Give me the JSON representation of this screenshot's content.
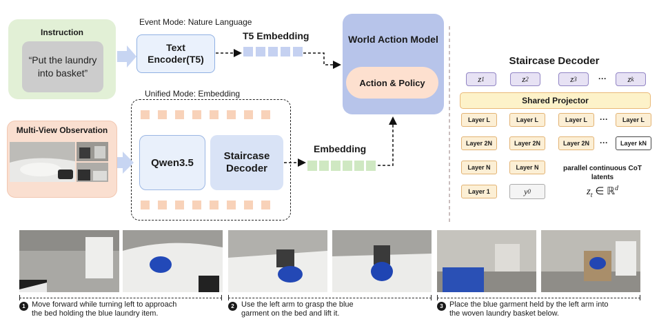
{
  "instruction": {
    "title": "Instruction",
    "text": "“Put the laundry into basket”"
  },
  "multiview": {
    "title": "Multi-View Observation"
  },
  "event_mode": {
    "label": "Event Mode: Nature Language",
    "encoder": "Text Encoder(T5)",
    "embedding_label": "T5 Embedding"
  },
  "unified_mode": {
    "label": "Unified Mode: Embedding",
    "qwen": "Qwen3.5",
    "staircase": "Staircase Decoder",
    "embedding_label": "Embedding"
  },
  "world_model": {
    "title": "World Action Model",
    "action": "Action & Policy"
  },
  "staircase_panel": {
    "title": "Staircase Decoder",
    "latents": [
      "z",
      "z",
      "z",
      "z"
    ],
    "latent_subs": [
      "1",
      "2",
      "3",
      "k"
    ],
    "ellipsis": "···",
    "projector": "Shared Projector",
    "row1": [
      "Layer L",
      "Layer L",
      "Layer L",
      "Layer L"
    ],
    "row2": [
      "Layer 2N",
      "Layer 2N",
      "Layer 2N",
      "Layer kN"
    ],
    "row3": [
      "Layer N",
      "Layer N"
    ],
    "row4": [
      "Layer 1"
    ],
    "y0": "y",
    "y0_sub": "0",
    "note": "parallel continuous CoT latents",
    "formula": "z",
    "formula_sub": "t",
    "formula_rest": " ∈ ℝ",
    "formula_sup": "d"
  },
  "steps": [
    {
      "num": "1",
      "text": "Move forward while turning left to approach the bed holding the blue laundry item."
    },
    {
      "num": "2",
      "text": "Use the left arm to grasp the blue garment on the bed and lift it."
    },
    {
      "num": "3",
      "text": "Place the blue garment held by the left arm into the woven laundry basket below."
    }
  ],
  "colors": {
    "blue_token": "#c5d1f1",
    "green_token": "#cfe8c2",
    "orange_token": "#f8d2b9",
    "arrow": "#c7d5f2"
  }
}
